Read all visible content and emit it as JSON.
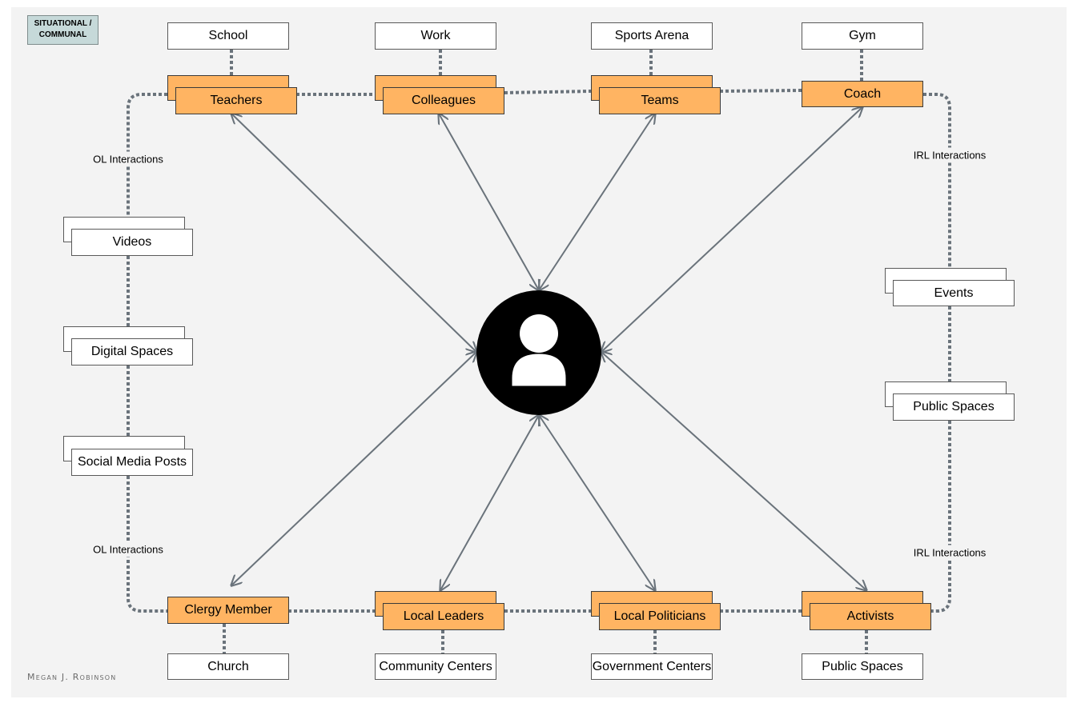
{
  "tag": {
    "line1": "SITUATIONAL /",
    "line2": "COMMUNAL"
  },
  "author": "Megan J. Robinson",
  "places_top": {
    "school": "School",
    "work": "Work",
    "sports_arena": "Sports Arena",
    "gym": "Gym"
  },
  "roles_top": {
    "teachers": "Teachers",
    "colleagues": "Colleagues",
    "teams": "Teams",
    "coach": "Coach"
  },
  "roles_bottom": {
    "clergy": "Clergy Member",
    "local_leaders": "Local Leaders",
    "local_politicians": "Local Politicians",
    "activists": "Activists"
  },
  "places_bottom": {
    "church": "Church",
    "community_centers": "Community Centers",
    "government_centers": "Government Centers",
    "public_spaces": "Public Spaces"
  },
  "online": {
    "videos": "Videos",
    "digital_spaces": "Digital Spaces",
    "social_media_posts": "Social Media Posts"
  },
  "irl": {
    "events": "Events",
    "public_spaces": "Public Spaces"
  },
  "connection_labels": {
    "ol_top": "OL Interactions",
    "ol_bottom": "OL Interactions",
    "irl_top": "IRL Interactions",
    "irl_bottom": "IRL Interactions"
  },
  "center": {
    "icon": "person-icon"
  },
  "colors": {
    "role_fill": "#ffb462",
    "tag_fill": "#c6d9d9",
    "arrow": "#6a737b",
    "dotted": "#6a737b"
  }
}
